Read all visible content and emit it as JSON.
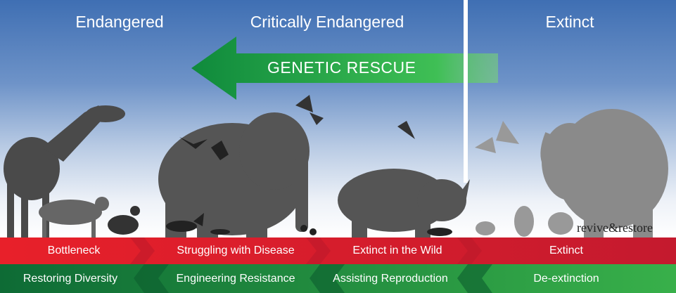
{
  "headers": {
    "endangered": "Endangered",
    "critically_endangered": "Critically Endangered",
    "extinct": "Extinct"
  },
  "arrow_label": "GENETIC RESCUE",
  "logo": "revive&restore",
  "threat_stages": [
    "Bottleneck",
    "Struggling with Disease",
    "Extinct in the Wild",
    "Extinct"
  ],
  "solutions": [
    "Restoring Diversity",
    "Engineering Resistance",
    "Assisting Reproduction",
    "De-extinction"
  ],
  "colors": {
    "red": "#e8202a",
    "green": "#38b04a",
    "sky": "#3f6fb3",
    "silhouette": "#555555",
    "extinct_silhouette": "#8a8a8a"
  }
}
